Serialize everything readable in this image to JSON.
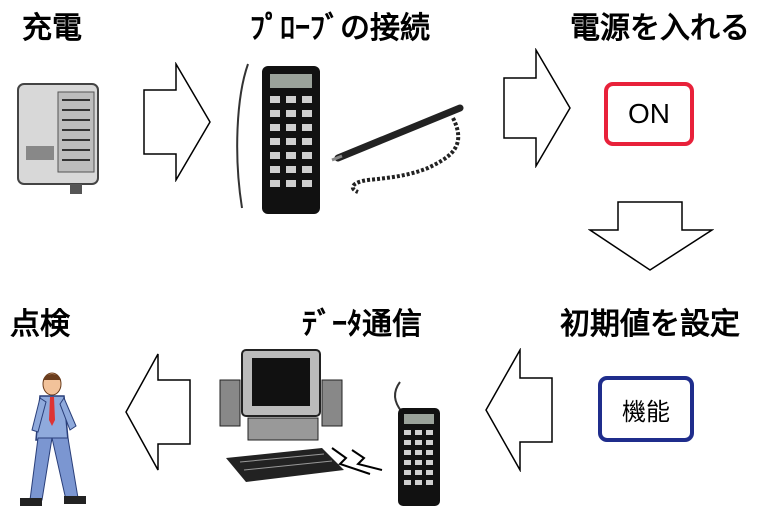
{
  "steps": {
    "charge": "充電",
    "probe": "ﾌﾟﾛｰﾌﾞの接続",
    "power": "電源を入れる",
    "initial": "初期値を設定",
    "data_comm": "ﾃﾞｰﾀ通信",
    "inspect": "点検"
  },
  "buttons": {
    "on": "ON",
    "function": "機能"
  },
  "colors": {
    "on_border": "#e8213a",
    "function_border": "#1f2d8c"
  }
}
